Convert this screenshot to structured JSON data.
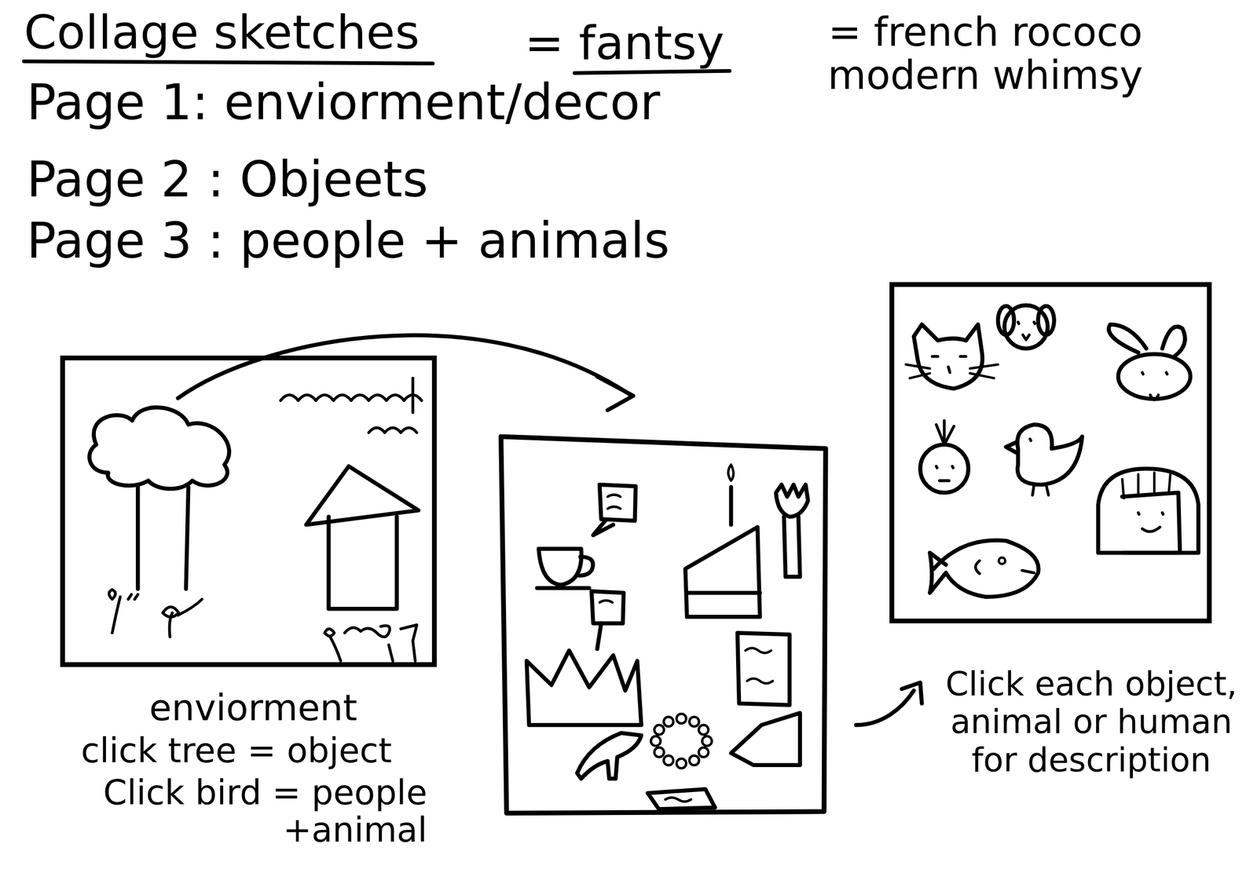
{
  "diagram": {
    "title": "Collage sketches",
    "nodes": [
      {
        "text": [
          "enviorment",
          "click tree = object",
          "Click bird = people +animal"
        ]
      },
      {
        "text": [
          "Click each object, animal or human for description"
        ]
      }
    ],
    "labels": [
      "= fantsy",
      "= french rococo modern whimsy",
      "Page 1: enviorment/decor",
      "Page 2 : Objeets",
      "Page 3 : people + animals"
    ]
  }
}
